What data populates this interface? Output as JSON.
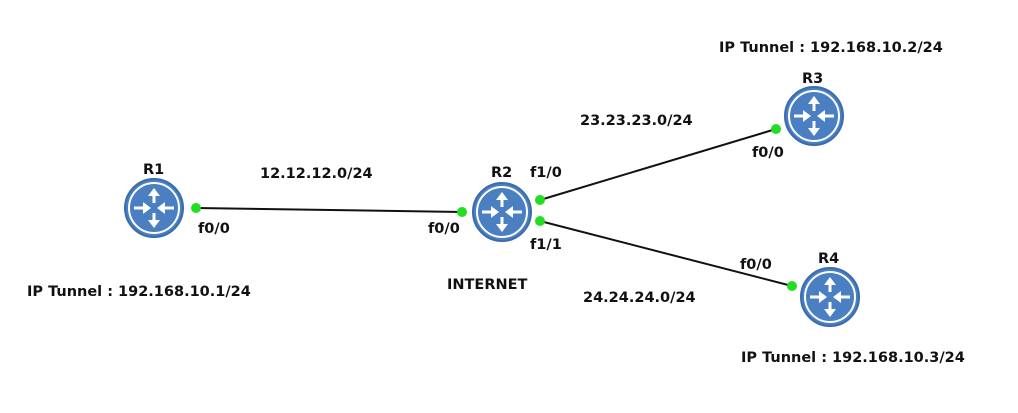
{
  "colors": {
    "router_fill": "#4a7fc1",
    "router_stroke": "#3a6cae",
    "arrow": "#ffffff",
    "port": "#22dd22",
    "link": "#111111"
  },
  "routers": [
    {
      "id": "r1",
      "name": "R1",
      "icon": "router-icon"
    },
    {
      "id": "r2",
      "name": "R2",
      "icon": "router-icon"
    },
    {
      "id": "r3",
      "name": "R3",
      "icon": "router-icon"
    },
    {
      "id": "r4",
      "name": "R4",
      "icon": "router-icon"
    }
  ],
  "links": [
    {
      "from": "R1",
      "to": "R2",
      "network": "12.12.12.0/24",
      "from_port": "f0/0",
      "to_port": "f0/0"
    },
    {
      "from": "R2",
      "to": "R3",
      "network": "23.23.23.0/24",
      "from_port": "f1/0",
      "to_port": "f0/0"
    },
    {
      "from": "R2",
      "to": "R4",
      "network": "24.24.24.0/24",
      "from_port": "f1/1",
      "to_port": "f0/0"
    }
  ],
  "tunnels": {
    "r1": "IP Tunnel : 192.168.10.1/24",
    "r3": "IP Tunnel : 192.168.10.2/24",
    "r4": "IP Tunnel : 192.168.10.3/24"
  },
  "internet_label": "INTERNET"
}
